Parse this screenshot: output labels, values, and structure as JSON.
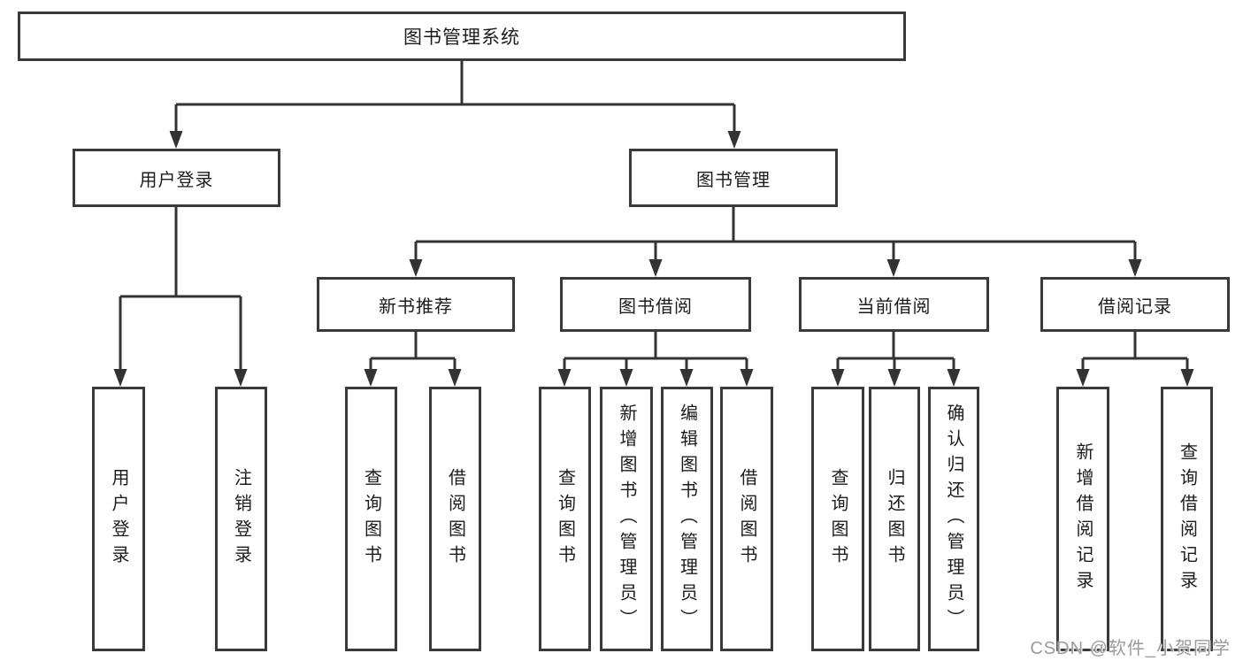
{
  "diagram": {
    "root": {
      "label": "图书管理系统"
    },
    "level2": [
      {
        "label": "用户登录"
      },
      {
        "label": "图书管理"
      }
    ],
    "level3": [
      {
        "label": "新书推荐"
      },
      {
        "label": "图书借阅"
      },
      {
        "label": "当前借阅"
      },
      {
        "label": "借阅记录"
      }
    ],
    "leaves": [
      {
        "label": "用户登录"
      },
      {
        "label": "注销登录"
      },
      {
        "label": "查询图书"
      },
      {
        "label": "借阅图书"
      },
      {
        "label": "查询图书"
      },
      {
        "label": "新增图书（管理员）"
      },
      {
        "label": "编辑图书（管理员）"
      },
      {
        "label": "借阅图书"
      },
      {
        "label": "查询图书"
      },
      {
        "label": "归还图书"
      },
      {
        "label": "确认归还（管理员）"
      },
      {
        "label": "新增借阅记录"
      },
      {
        "label": "查询借阅记录"
      }
    ],
    "watermark": "CSDN @软件_小贺同学",
    "colors": {
      "line": "#333333",
      "border": "#3a3a3a",
      "text": "#1c1c1c",
      "watermark": "#9b9b9b",
      "background": "#ffffff"
    }
  }
}
